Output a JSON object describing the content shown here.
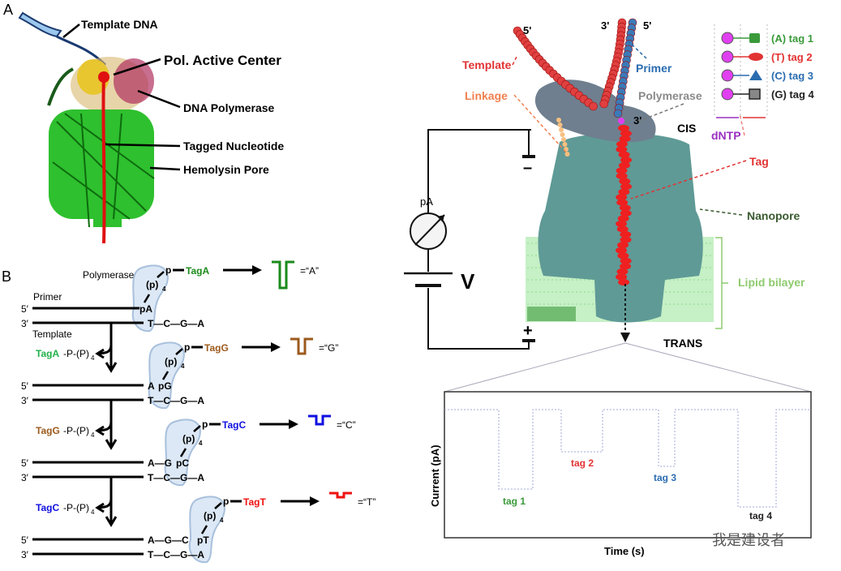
{
  "panel_a": {
    "label": "A",
    "template_dna": "Template DNA",
    "active_center": "Pol. Active Center",
    "dna_polymerase": "DNA Polymerase",
    "tagged_nucleotide": "Tagged Nucleotide",
    "hemolysin_pore": "Hemolysin Pore"
  },
  "panel_b": {
    "label": "B",
    "polymerase": "Polymerase",
    "primer": "Primer",
    "template": "Template",
    "five_prime": "5′",
    "three_prime": "3′",
    "p": "p",
    "p4": "(p)",
    "sub4": "4",
    "steps": [
      {
        "tag": "TagA",
        "color": "#1a8a1a",
        "nuc": "pA",
        "top_seq": "",
        "bottom_seq": "T—C—G—A",
        "eq": "=“A”"
      },
      {
        "tag": "TagG",
        "color": "#9c5a1c",
        "nuc": "pG",
        "top_seq": "A",
        "bottom_seq": "T—C—G—A",
        "eq": "=“G”",
        "released": "TagA",
        "released_color": "#22b14c"
      },
      {
        "tag": "TagC",
        "color": "#1010e0",
        "nuc": "pC",
        "top_seq": "A—G",
        "bottom_seq": "T—C—G—A",
        "eq": "=“C”",
        "released": "TagG",
        "released_color": "#9c5a1c"
      },
      {
        "tag": "TagT",
        "color": "#ee1111",
        "nuc": "pT",
        "top_seq": "A—G—C",
        "bottom_seq": "T—C—G—A",
        "eq": "=“T”",
        "released": "TagC",
        "released_color": "#1010e0"
      }
    ],
    "release_suffix": "-P-(P)"
  },
  "panel_c": {
    "five_prime_template": "5'",
    "three_prime": "3'",
    "five_prime_primer": "5'",
    "template": "Template",
    "primer": "Primer",
    "linkage": "Linkage",
    "polymerase": "Polymerase",
    "three_prime_pol": "3'",
    "cis": "CIS",
    "trans": "TRANS",
    "tag": "Tag",
    "nanopore": "Nanopore",
    "lipid_bilayer": "Lipid bilayer",
    "dntp": "dNTP",
    "ammeter": "pA",
    "voltage": "V",
    "minus": "–",
    "plus": "+",
    "legend": [
      {
        "label": "(A) tag 1",
        "color": "#3a9a3a",
        "shape": "square"
      },
      {
        "label": "(T) tag 2",
        "color": "#e23333",
        "shape": "ellipse"
      },
      {
        "label": "(C) tag 3",
        "color": "#2a6cb0",
        "shape": "triangle"
      },
      {
        "label": "(G) tag 4",
        "color": "#222222",
        "shape": "square-gray"
      }
    ],
    "trace": {
      "ylabel": "Current (pA)",
      "xlabel": "Time (s)",
      "tags": [
        "tag 1",
        "tag 2",
        "tag 3",
        "tag 4"
      ]
    }
  },
  "watermark": "我是建设者"
}
